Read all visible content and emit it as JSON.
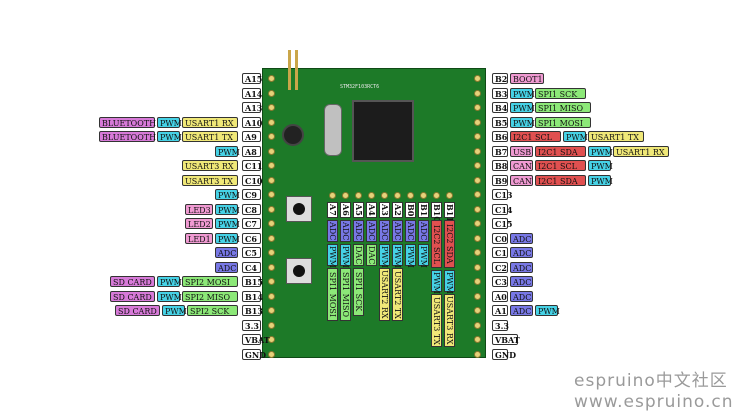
{
  "board": {
    "chip_label": "STM32F103RCT6",
    "watermark_line1": "espruino中文社区",
    "watermark_line2": "www.espruino.cn"
  },
  "colors": {
    "pin": "#ffffff",
    "pwm": "#46d2e6",
    "usart": "#f0e878",
    "spi": "#8ce878",
    "adc": "#7878e6",
    "i2c": "#e05050",
    "can": "#f09ad2",
    "usb": "#f09ad2",
    "boot": "#f09ad2",
    "bluetooth": "#d77ad8",
    "sdcard": "#d77ad8",
    "led": "#f09ad2",
    "dac": "#8ce878"
  },
  "left_rows": [
    {
      "pin": "A15",
      "tags": []
    },
    {
      "pin": "A14",
      "tags": []
    },
    {
      "pin": "A13",
      "tags": []
    },
    {
      "pin": "A10",
      "tags": [
        {
          "t": "BLUETOOTH",
          "c": "bluetooth"
        },
        {
          "t": "PWM",
          "c": "pwm"
        },
        {
          "t": "USART1 RX",
          "c": "usart"
        }
      ]
    },
    {
      "pin": "A9",
      "tags": [
        {
          "t": "BLUETOOTH",
          "c": "bluetooth"
        },
        {
          "t": "PWM",
          "c": "pwm"
        },
        {
          "t": "USART1 TX",
          "c": "usart"
        }
      ]
    },
    {
      "pin": "A8",
      "tags": [
        {
          "t": "PWM",
          "c": "pwm"
        }
      ]
    },
    {
      "pin": "C11",
      "tags": [
        {
          "t": "USART3 RX",
          "c": "usart"
        }
      ]
    },
    {
      "pin": "C10",
      "tags": [
        {
          "t": "USART3 TX",
          "c": "usart"
        }
      ]
    },
    {
      "pin": "C9",
      "tags": [
        {
          "t": "PWM",
          "c": "pwm"
        }
      ]
    },
    {
      "pin": "C8",
      "tags": [
        {
          "t": "LED3",
          "c": "led"
        },
        {
          "t": "PWM",
          "c": "pwm"
        }
      ]
    },
    {
      "pin": "C7",
      "tags": [
        {
          "t": "LED2",
          "c": "led"
        },
        {
          "t": "PWM",
          "c": "pwm"
        }
      ]
    },
    {
      "pin": "C6",
      "tags": [
        {
          "t": "LED1",
          "c": "led"
        },
        {
          "t": "PWM",
          "c": "pwm"
        }
      ]
    },
    {
      "pin": "C5",
      "tags": [
        {
          "t": "ADC",
          "c": "adc"
        }
      ]
    },
    {
      "pin": "C4",
      "tags": [
        {
          "t": "ADC",
          "c": "adc"
        }
      ]
    },
    {
      "pin": "B15",
      "tags": [
        {
          "t": "SD CARD",
          "c": "sdcard"
        },
        {
          "t": "PWM",
          "c": "pwm"
        },
        {
          "t": "SPI2 MOSI",
          "c": "spi"
        }
      ]
    },
    {
      "pin": "B14",
      "tags": [
        {
          "t": "SD CARD",
          "c": "sdcard"
        },
        {
          "t": "PWM",
          "c": "pwm"
        },
        {
          "t": "SPI2 MISO",
          "c": "spi"
        }
      ]
    },
    {
      "pin": "B13",
      "tags": [
        {
          "t": "SD CARD",
          "c": "sdcard"
        },
        {
          "t": "PWM",
          "c": "pwm"
        },
        {
          "t": "SPI2 SCK",
          "c": "spi"
        }
      ]
    },
    {
      "pin": "3.3",
      "tags": []
    },
    {
      "pin": "VBAT",
      "tags": []
    },
    {
      "pin": "GND",
      "tags": []
    }
  ],
  "right_rows": [
    {
      "pin": "B2",
      "tags": [
        {
          "t": "BOOT1",
          "c": "boot"
        }
      ]
    },
    {
      "pin": "B3",
      "tags": [
        {
          "t": "PWM",
          "c": "pwm"
        },
        {
          "t": "SPI1 SCK",
          "c": "spi"
        }
      ]
    },
    {
      "pin": "B4",
      "tags": [
        {
          "t": "PWM",
          "c": "pwm"
        },
        {
          "t": "SPI1 MISO",
          "c": "spi"
        }
      ]
    },
    {
      "pin": "B5",
      "tags": [
        {
          "t": "PWM",
          "c": "pwm"
        },
        {
          "t": "SPI1 MOSI",
          "c": "spi"
        }
      ]
    },
    {
      "pin": "B6",
      "tags": [
        {
          "t": "I2C1 SCL",
          "c": "i2c"
        },
        {
          "t": "PWM",
          "c": "pwm"
        },
        {
          "t": "USART1 TX",
          "c": "usart"
        }
      ]
    },
    {
      "pin": "B7",
      "tags": [
        {
          "t": "USB",
          "c": "usb"
        },
        {
          "t": "I2C1 SDA",
          "c": "i2c"
        },
        {
          "t": "PWM",
          "c": "pwm"
        },
        {
          "t": "USART1 RX",
          "c": "usart"
        }
      ]
    },
    {
      "pin": "B8",
      "tags": [
        {
          "t": "CAN",
          "c": "can"
        },
        {
          "t": "I2C1 SCL",
          "c": "i2c"
        },
        {
          "t": "PWM",
          "c": "pwm"
        }
      ]
    },
    {
      "pin": "B9",
      "tags": [
        {
          "t": "CAN",
          "c": "can"
        },
        {
          "t": "I2C1 SDA",
          "c": "i2c"
        },
        {
          "t": "PWM",
          "c": "pwm"
        }
      ]
    },
    {
      "pin": "C13",
      "tags": []
    },
    {
      "pin": "C14",
      "tags": []
    },
    {
      "pin": "C15",
      "tags": []
    },
    {
      "pin": "C0",
      "tags": [
        {
          "t": "ADC",
          "c": "adc"
        }
      ]
    },
    {
      "pin": "C1",
      "tags": [
        {
          "t": "ADC",
          "c": "adc"
        }
      ]
    },
    {
      "pin": "C2",
      "tags": [
        {
          "t": "ADC",
          "c": "adc"
        }
      ]
    },
    {
      "pin": "C3",
      "tags": [
        {
          "t": "ADC",
          "c": "adc"
        }
      ]
    },
    {
      "pin": "A0",
      "tags": [
        {
          "t": "ADC",
          "c": "adc"
        }
      ]
    },
    {
      "pin": "A1",
      "tags": [
        {
          "t": "ADC",
          "c": "adc"
        },
        {
          "t": "PWM",
          "c": "pwm"
        }
      ]
    },
    {
      "pin": "3.3",
      "tags": []
    },
    {
      "pin": "VBAT",
      "tags": []
    },
    {
      "pin": "GND",
      "tags": []
    }
  ],
  "top_columns": [
    {
      "pin": "A7",
      "tags": [
        {
          "t": "ADC",
          "c": "adc"
        },
        {
          "t": "PWM",
          "c": "pwm"
        },
        {
          "t": "SPI1 MOSI",
          "c": "spi"
        }
      ]
    },
    {
      "pin": "A6",
      "tags": [
        {
          "t": "ADC",
          "c": "adc"
        },
        {
          "t": "PWM",
          "c": "pwm"
        },
        {
          "t": "SPI1 MISO",
          "c": "spi"
        }
      ]
    },
    {
      "pin": "A5",
      "tags": [
        {
          "t": "ADC",
          "c": "adc"
        },
        {
          "t": "DAC",
          "c": "dac"
        },
        {
          "t": "SPI1 SCK",
          "c": "spi"
        }
      ]
    },
    {
      "pin": "A4",
      "tags": [
        {
          "t": "ADC",
          "c": "adc"
        },
        {
          "t": "DAC",
          "c": "dac"
        }
      ]
    },
    {
      "pin": "A3",
      "tags": [
        {
          "t": "ADC",
          "c": "adc"
        },
        {
          "t": "PWM",
          "c": "pwm"
        },
        {
          "t": "USART2 RX",
          "c": "usart"
        }
      ]
    },
    {
      "pin": "A2",
      "tags": [
        {
          "t": "ADC",
          "c": "adc"
        },
        {
          "t": "PWM",
          "c": "pwm"
        },
        {
          "t": "USART2 TX",
          "c": "usart"
        }
      ]
    },
    {
      "pin": "B0",
      "tags": [
        {
          "t": "ADC",
          "c": "adc"
        },
        {
          "t": "PWM",
          "c": "pwm"
        }
      ]
    },
    {
      "pin": "B1",
      "tags": [
        {
          "t": "ADC",
          "c": "adc"
        },
        {
          "t": "PWM",
          "c": "pwm"
        }
      ]
    },
    {
      "pin": "B10",
      "tags": [
        {
          "t": "I2C2 SCL",
          "c": "i2c"
        },
        {
          "t": "PWM",
          "c": "pwm"
        },
        {
          "t": "USART3 TX",
          "c": "usart"
        }
      ]
    },
    {
      "pin": "B11",
      "tags": [
        {
          "t": "I2C2 SDA",
          "c": "i2c"
        },
        {
          "t": "PWM",
          "c": "pwm"
        },
        {
          "t": "USART3 RX",
          "c": "usart"
        }
      ]
    }
  ]
}
